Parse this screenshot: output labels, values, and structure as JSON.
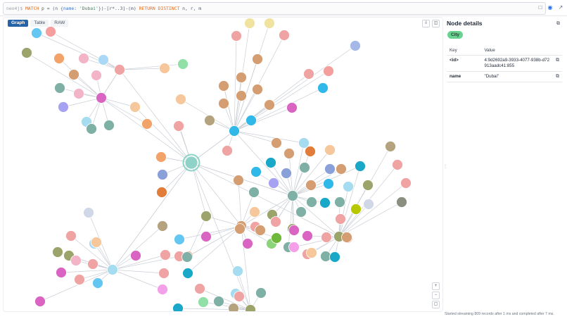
{
  "query": {
    "prompt": "neo4j$",
    "parts": [
      {
        "t": "MATCH ",
        "c": "q-kw"
      },
      {
        "t": "p = (n {",
        "c": ""
      },
      {
        "t": "name",
        "c": "q-prop"
      },
      {
        "t": ": ",
        "c": ""
      },
      {
        "t": "'Dubai'",
        "c": "q-str"
      },
      {
        "t": "})-[r*..3]-(m) ",
        "c": ""
      },
      {
        "t": "RETURN DISTINCT ",
        "c": "q-kw"
      },
      {
        "t": "n, r, m",
        "c": ""
      }
    ]
  },
  "view_tabs": [
    "Graph",
    "Table",
    "RAW"
  ],
  "active_tab": "Graph",
  "details": {
    "title": "Node details",
    "label": "City",
    "col_key": "Key",
    "col_value": "Value",
    "rows": [
      {
        "key": "<id>",
        "value": "4:9d2692a9-3933-4077-938b-d72913aadc41:855"
      },
      {
        "key": "name",
        "value": "\"Dubai\""
      }
    ]
  },
  "status": "Started streaming 809 records after 1 ms and completed after 7 ms.",
  "colors": {
    "accent": "#2563a8",
    "city_label": "#68d391",
    "edge": "#c9ced6",
    "selected_ring": "#8fd3c8"
  },
  "graph": {
    "nodes": [
      {
        "id": "dubai",
        "c": "#8fd3c8",
        "big": true,
        "sel": true
      },
      {
        "id": "n1",
        "c": "#f59e9e"
      },
      {
        "id": "n2",
        "c": "#63c7f2"
      },
      {
        "id": "n3",
        "c": "#9ca36b"
      },
      {
        "id": "n4",
        "c": "#f2a36a"
      },
      {
        "id": "n5",
        "c": "#f4b4c8"
      },
      {
        "id": "n6",
        "c": "#a9d9f5"
      },
      {
        "id": "n7",
        "c": "#d59d72"
      },
      {
        "id": "n8",
        "c": "#f4b4c8"
      },
      {
        "id": "n9",
        "c": "#f0a3a3"
      },
      {
        "id": "n10",
        "c": "#7fb0a5"
      },
      {
        "id": "n11",
        "c": "#f4b4c8"
      },
      {
        "id": "n12",
        "c": "#d964c2"
      },
      {
        "id": "n13",
        "c": "#f6c79a"
      },
      {
        "id": "n14",
        "c": "#a7a1f2"
      },
      {
        "id": "n15",
        "c": "#a6dcf0"
      },
      {
        "id": "n16",
        "c": "#7fb0a5"
      },
      {
        "id": "n17",
        "c": "#7fb0a5"
      },
      {
        "id": "n18",
        "c": "#f2a36a"
      },
      {
        "id": "n19",
        "c": "#f4b4c8"
      },
      {
        "id": "n20",
        "c": "#90e0a8"
      },
      {
        "id": "n21",
        "c": "#f6c79a"
      },
      {
        "id": "n22",
        "c": "#f6c79a"
      },
      {
        "id": "n23",
        "c": "#f0a3a3"
      },
      {
        "id": "n24",
        "c": "#f2a36a"
      },
      {
        "id": "n25",
        "c": "#f0e3a0"
      },
      {
        "id": "n26",
        "c": "#f0e3a0"
      },
      {
        "id": "n27",
        "c": "#f0a3a3"
      },
      {
        "id": "n28",
        "c": "#f0a3a3"
      },
      {
        "id": "n29",
        "c": "#d59d72"
      },
      {
        "id": "n30",
        "c": "#a6b8e8"
      },
      {
        "id": "n31",
        "c": "#f59e9e"
      },
      {
        "id": "n32",
        "c": "#d59d72"
      },
      {
        "id": "n33",
        "c": "#d59d72"
      },
      {
        "id": "n34",
        "c": "#d59d72"
      },
      {
        "id": "n35",
        "c": "#d59d72"
      },
      {
        "id": "n36",
        "c": "#b4a37e"
      },
      {
        "id": "n37",
        "c": "#d59d72"
      },
      {
        "id": "n38",
        "c": "#d964c2"
      },
      {
        "id": "n39",
        "c": "#2fb8e8"
      },
      {
        "id": "n40",
        "c": "#2fb8e8"
      },
      {
        "id": "n41",
        "c": "#d59d72"
      },
      {
        "id": "n42",
        "c": "#f0a3a3"
      },
      {
        "id": "n43",
        "c": "#d59d72"
      },
      {
        "id": "n44",
        "c": "#d59d72"
      },
      {
        "id": "n45",
        "c": "#a6dcf0"
      },
      {
        "id": "n46",
        "c": "#f0a3a3"
      },
      {
        "id": "n47",
        "c": "#2fb8e8"
      },
      {
        "id": "n48",
        "c": "#8aa0d8"
      },
      {
        "id": "n49",
        "c": "#e17c3a"
      },
      {
        "id": "n50",
        "c": "#e17c3a"
      },
      {
        "id": "n51",
        "c": "#f6c79a"
      },
      {
        "id": "n52",
        "c": "#b4a37e"
      },
      {
        "id": "n53",
        "c": "#f0a3a3"
      },
      {
        "id": "n54",
        "c": "#d59d72"
      },
      {
        "id": "n55",
        "c": "#1aa8c8"
      },
      {
        "id": "n56",
        "c": "#7fb0a5"
      },
      {
        "id": "n57",
        "c": "#8aa0d8"
      },
      {
        "id": "n58",
        "c": "#2fb8e8"
      },
      {
        "id": "n59",
        "c": "#8aa0d8"
      },
      {
        "id": "n60",
        "c": "#d59d72"
      },
      {
        "id": "n61",
        "c": "#a7a1f2"
      },
      {
        "id": "n62",
        "c": "#d59d72"
      },
      {
        "id": "n63",
        "c": "#1aa8c8"
      },
      {
        "id": "n64",
        "c": "#2fb8e8"
      },
      {
        "id": "n65",
        "c": "#a6dcf0"
      },
      {
        "id": "n66",
        "c": "#9ca36b"
      },
      {
        "id": "n67",
        "c": "#f0a3a3"
      },
      {
        "id": "n68",
        "c": "#7fb0a5"
      },
      {
        "id": "n69",
        "c": "#7fb0a5"
      },
      {
        "id": "n70",
        "c": "#7fb0a5"
      },
      {
        "id": "n71",
        "c": "#1aa8c8"
      },
      {
        "id": "n72",
        "c": "#d0d8e8"
      },
      {
        "id": "n73",
        "c": "#7fb0a5"
      },
      {
        "id": "n74",
        "c": "#f0a3a3"
      },
      {
        "id": "n75",
        "c": "#8a8f80"
      },
      {
        "id": "n76",
        "c": "#f6c79a"
      },
      {
        "id": "n77",
        "c": "#9ca36b"
      },
      {
        "id": "n78",
        "c": "#7fb0a5"
      },
      {
        "id": "n79",
        "c": "#f0a3a3"
      },
      {
        "id": "n80",
        "c": "#f0a3a3"
      },
      {
        "id": "n81",
        "c": "#9ca36b"
      },
      {
        "id": "n82",
        "c": "#b8c800"
      },
      {
        "id": "n83",
        "c": "#8bd47a"
      },
      {
        "id": "n84",
        "c": "#d964c2"
      },
      {
        "id": "n85",
        "c": "#d964c2"
      },
      {
        "id": "n86",
        "c": "#7fb0a5"
      },
      {
        "id": "n87",
        "c": "#d59d72"
      },
      {
        "id": "n88",
        "c": "#f0a3a3"
      },
      {
        "id": "n89",
        "c": "#f0a3a3"
      },
      {
        "id": "n90",
        "c": "#9ca36b"
      },
      {
        "id": "n91",
        "c": "#7fb0a5"
      },
      {
        "id": "n92",
        "c": "#9ca36b"
      },
      {
        "id": "n93",
        "c": "#e17c3a"
      },
      {
        "id": "n94",
        "c": "#d59d72"
      },
      {
        "id": "n95",
        "c": "#d964c2"
      },
      {
        "id": "n96",
        "c": "#d59d72"
      },
      {
        "id": "n97",
        "c": "#d964c2"
      },
      {
        "id": "n98",
        "c": "#a9d9f5"
      },
      {
        "id": "n99",
        "c": "#f0a3a3"
      },
      {
        "id": "n100",
        "c": "#6fb83c"
      },
      {
        "id": "n101",
        "c": "#f4a0e8"
      },
      {
        "id": "n102",
        "c": "#f6c79a"
      },
      {
        "id": "n103",
        "c": "#1aa8c8"
      },
      {
        "id": "n104",
        "c": "#f0a3a3"
      },
      {
        "id": "n105",
        "c": "#d59d72"
      },
      {
        "id": "n106",
        "c": "#9ca36b"
      },
      {
        "id": "n107",
        "c": "#d0d8e8"
      },
      {
        "id": "n108",
        "c": "#b4a37e"
      },
      {
        "id": "n109",
        "c": "#63c7f2"
      },
      {
        "id": "n110",
        "c": "#f0a3a3"
      },
      {
        "id": "n111",
        "c": "#f6c79a"
      },
      {
        "id": "n112",
        "c": "#d964c2"
      },
      {
        "id": "n113",
        "c": "#9ca36b"
      },
      {
        "id": "n114",
        "c": "#f4b4c8"
      },
      {
        "id": "n115",
        "c": "#f0a3a3"
      },
      {
        "id": "n116",
        "c": "#d964c2"
      },
      {
        "id": "n117",
        "c": "#a6dcf0"
      },
      {
        "id": "n118",
        "c": "#f0a3a3"
      },
      {
        "id": "n119",
        "c": "#63c7f2"
      },
      {
        "id": "n120",
        "c": "#d964c2"
      },
      {
        "id": "n121",
        "c": "#f0a3a3"
      },
      {
        "id": "n122",
        "c": "#f0a3a3"
      },
      {
        "id": "n123",
        "c": "#7fb0a5"
      },
      {
        "id": "n124",
        "c": "#1aa8c8"
      },
      {
        "id": "n125",
        "c": "#f4a0e8"
      },
      {
        "id": "n126",
        "c": "#1aa8c8"
      },
      {
        "id": "n127",
        "c": "#a6dcf0"
      },
      {
        "id": "n128",
        "c": "#a6dcf0"
      },
      {
        "id": "n129",
        "c": "#90e0a8"
      },
      {
        "id": "n130",
        "c": "#7fb0a5"
      },
      {
        "id": "n131",
        "c": "#f0a3a3"
      },
      {
        "id": "n132",
        "c": "#7fb0a5"
      },
      {
        "id": "n133",
        "c": "#b4a37e"
      },
      {
        "id": "n134",
        "c": "#9ca36b"
      },
      {
        "id": "n135",
        "c": "#f0a3a3"
      }
    ]
  }
}
